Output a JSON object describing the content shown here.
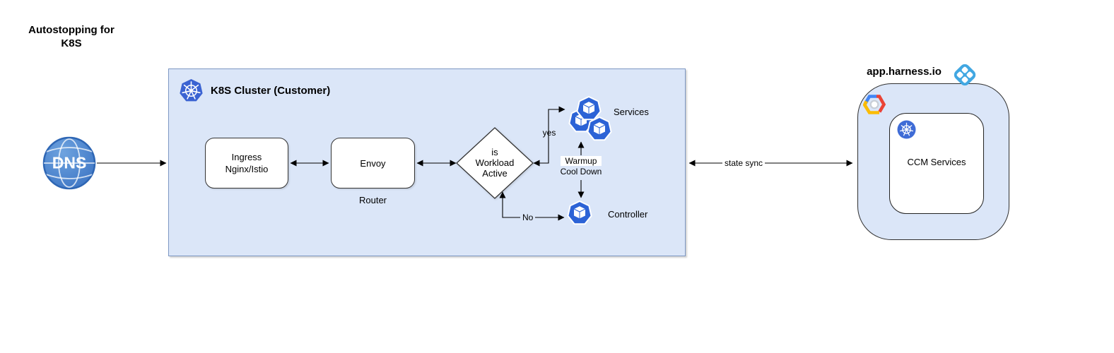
{
  "title": {
    "line1": "Autostopping for",
    "line2": "K8S"
  },
  "dns": {
    "label": "DNS"
  },
  "cluster": {
    "title": "K8S Cluster (Customer)",
    "fill": "#dbe6f8",
    "border": "#7d97c3"
  },
  "nodes": {
    "ingress": {
      "line1": "Ingress",
      "line2": "Nginx/Istio"
    },
    "envoy": {
      "label": "Envoy",
      "caption": "Router"
    },
    "decision": {
      "line1": "is",
      "line2": "Workload",
      "line3": "Active"
    },
    "services": {
      "label": "Services"
    },
    "controller": {
      "label": "Controller"
    },
    "warmup": {
      "line1": "Warmup",
      "line2": "Cool Down"
    }
  },
  "edges": {
    "yes_label": "yes",
    "no_label": "No",
    "state_sync_label": "state sync"
  },
  "harness": {
    "domain_label": "app.harness.io",
    "ccm_label": "CCM Services"
  },
  "icons": {
    "dns": "globe-icon",
    "cluster_header": "kubernetes-heptagon-icon",
    "services": "k8s-pod-group-icon",
    "controller": "k8s-pod-icon",
    "harness": "harness-logo-icon",
    "gcp": "google-cloud-icon",
    "ccm": "kubernetes-circle-icon"
  },
  "colors": {
    "pod_blue": "#2c63d6",
    "kubernetes_blue": "#3b63d2",
    "harness_blue": "#41a7e2",
    "dns_blue": "#4584cc",
    "gcp_red": "#ea4335",
    "gcp_yellow": "#fbbc05",
    "gcp_blue": "#4285f4",
    "edge_black": "#000000"
  }
}
